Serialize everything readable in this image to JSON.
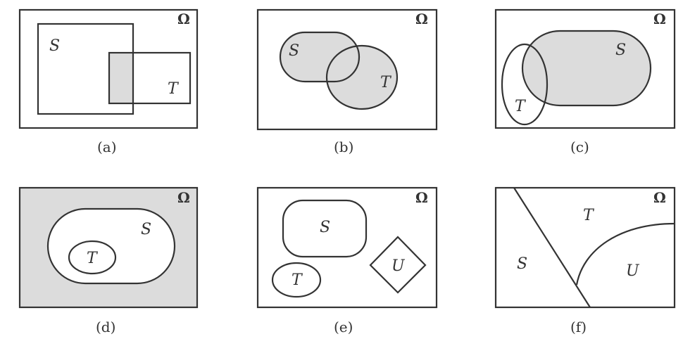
{
  "omega_symbol": "Ω",
  "colors": {
    "shade": "#dcdcdc",
    "ink": "#333333",
    "background": "#ffffff"
  },
  "panels": [
    {
      "caption": "(a)",
      "sets": {
        "s": "S",
        "t": "T"
      }
    },
    {
      "caption": "(b)",
      "sets": {
        "s": "S",
        "t": "T"
      }
    },
    {
      "caption": "(c)",
      "sets": {
        "s": "S",
        "t": "T"
      }
    },
    {
      "caption": "(d)",
      "sets": {
        "s": "S",
        "t": "T"
      }
    },
    {
      "caption": "(e)",
      "sets": {
        "s": "S",
        "t": "T",
        "u": "U"
      }
    },
    {
      "caption": "(f)",
      "sets": {
        "s": "S",
        "t": "T",
        "u": "U"
      }
    }
  ]
}
